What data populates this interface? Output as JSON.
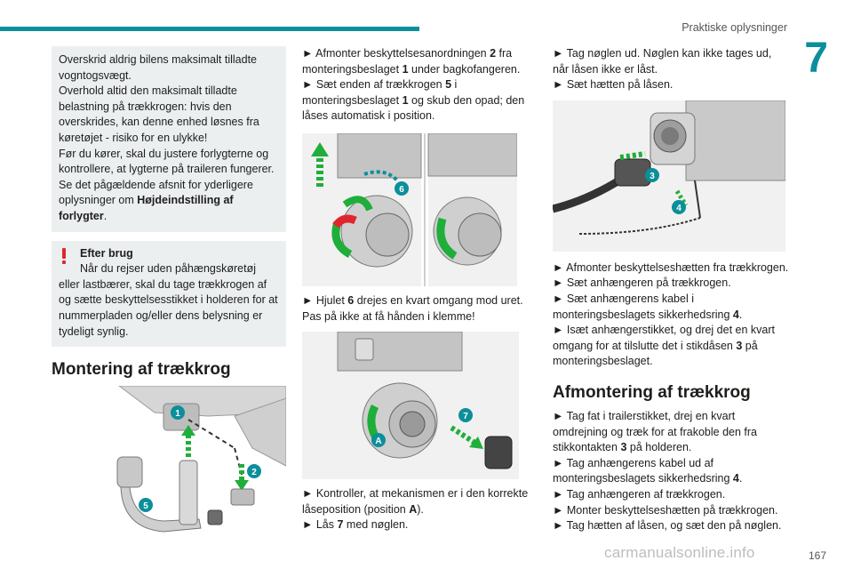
{
  "header": {
    "title": "Praktiske oplysninger",
    "chapter": "7",
    "page_number": "167"
  },
  "watermark": "carmanualsonline.info",
  "info_box": {
    "lines": [
      "Overskrid aldrig bilens maksimalt tilladte vogntogsvægt.",
      "Overhold altid den maksimalt tilladte belastning på trækkrogen: hvis den overskrides, kan denne enhed løsnes fra køretøjet - risiko for en ulykke!",
      "Før du kører, skal du justere forlygterne og kontrollere, at lygterne på traileren fungerer."
    ],
    "last_line_prefix": "Se det pågældende afsnit for yderligere oplysninger om ",
    "last_line_bold": "Højdeindstilling af forlygter",
    "last_line_suffix": "."
  },
  "warning": {
    "title": "Efter brug",
    "text": "Når du rejser uden påhængskøretøj eller lastbærer, skal du tage trækkrogen af og sætte beskyttelsesstikket i holderen for at nummerpladen og/eller dens belysning er tydeligt synlig."
  },
  "section_mount": {
    "heading": "Montering af trækkrog"
  },
  "col2": {
    "step1_a": "► Afmonter beskyttelsesanordningen ",
    "step1_n1": "2",
    "step1_b": " fra monteringsbeslaget ",
    "step1_n2": "1",
    "step1_c": " under bagkofangeren.",
    "step2_a": "► Sæt enden af trækkrogen ",
    "step2_n1": "5",
    "step2_b": " i monteringsbeslaget ",
    "step2_n2": "1",
    "step2_c": " og skub den opad; den låses automatisk i position.",
    "step3_a": "► Hjulet ",
    "step3_n": "6",
    "step3_b": " drejes en kvart omgang mod uret. Pas på ikke at få hånden i klemme!",
    "step4_a": "► Kontroller, at mekanismen er i den korrekte låseposition (position ",
    "step4_n": "A",
    "step4_b": ").",
    "step5_a": "► Lås ",
    "step5_n": "7",
    "step5_b": " med nøglen."
  },
  "col3": {
    "step1": "► Tag nøglen ud. Nøglen kan ikke tages ud, når låsen ikke er låst.",
    "step2": "► Sæt hætten på låsen.",
    "step3": "► Afmonter beskyttelseshætten fra trækkrogen.",
    "step4": "► Sæt anhængeren på trækkrogen.",
    "step5_a": "► Sæt anhængerens kabel i monteringsbeslagets sikkerhedsring ",
    "step5_n": "4",
    "step5_b": ".",
    "step6_a": "► Isæt anhængerstikket, og drej det en kvart omgang for at tilslutte det i stikdåsen ",
    "step6_n": "3",
    "step6_b": " på monteringsbeslaget.",
    "heading": "Afmontering af trækkrog",
    "r1_a": "► Tag fat i trailerstikket, drej en kvart omdrejning og træk for at frakoble den fra stikkontakten ",
    "r1_n": "3",
    "r1_b": " på holderen.",
    "r2_a": "► Tag anhængerens kabel ud af monteringsbeslagets sikkerhedsring ",
    "r2_n": "4",
    "r2_b": ".",
    "r3": "► Tag anhængeren af trækkrogen.",
    "r4": "► Monter beskyttelseshætten på trækkrogen.",
    "r5": "► Tag hætten af låsen, og sæt den på nøglen."
  },
  "figure_labels": {
    "f1": [
      "1",
      "2",
      "5"
    ],
    "f2": [
      "6"
    ],
    "f3": [
      "7",
      "A"
    ],
    "f4": [
      "3",
      "4"
    ]
  },
  "colors": {
    "accent": "#0b8f9a",
    "warning": "#e0262d",
    "arrow_green": "#1fae3a"
  }
}
